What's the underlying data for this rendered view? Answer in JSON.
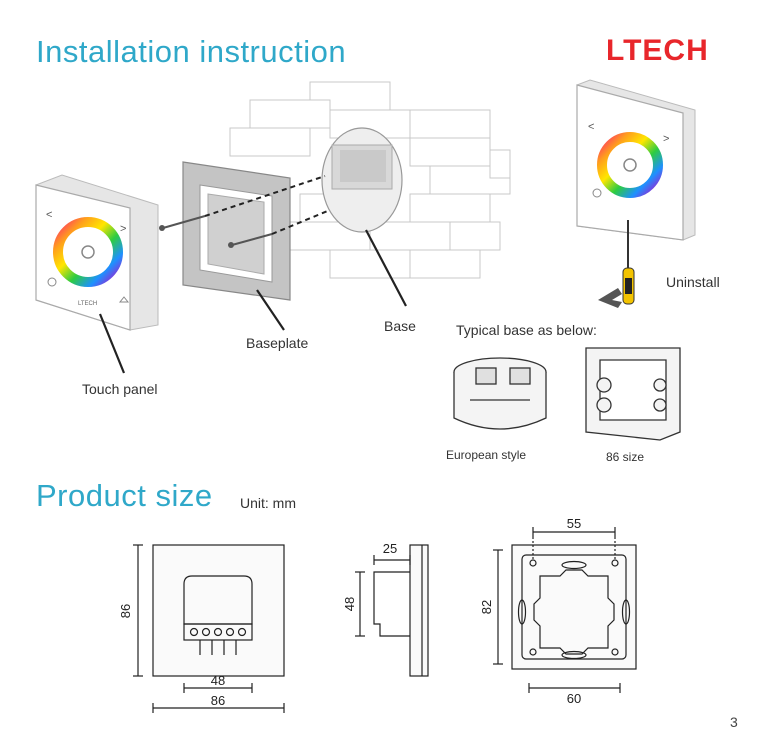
{
  "header": {
    "title": "Installation instruction",
    "brand": "LTECH",
    "brand_color": "#e8262b"
  },
  "install": {
    "touch_panel_label": "Touch panel",
    "baseplate_label": "Baseplate",
    "base_label": "Base",
    "uninstall_label": "Uninstall",
    "typical_base_label": "Typical base as below:",
    "european_label": "European style",
    "size86_label": "86 size",
    "panel_brand_small": "LTECH"
  },
  "product": {
    "title": "Product size",
    "unit": "Unit: mm",
    "front": {
      "width_outer": "86",
      "width_inner": "48",
      "height": "86"
    },
    "side": {
      "depth": "25",
      "height": "48"
    },
    "back": {
      "top": "55",
      "bottom": "60",
      "height": "82"
    }
  },
  "footer": {
    "page_number": "3"
  },
  "colors": {
    "heading": "#2fa8c9",
    "line": "#222222"
  }
}
